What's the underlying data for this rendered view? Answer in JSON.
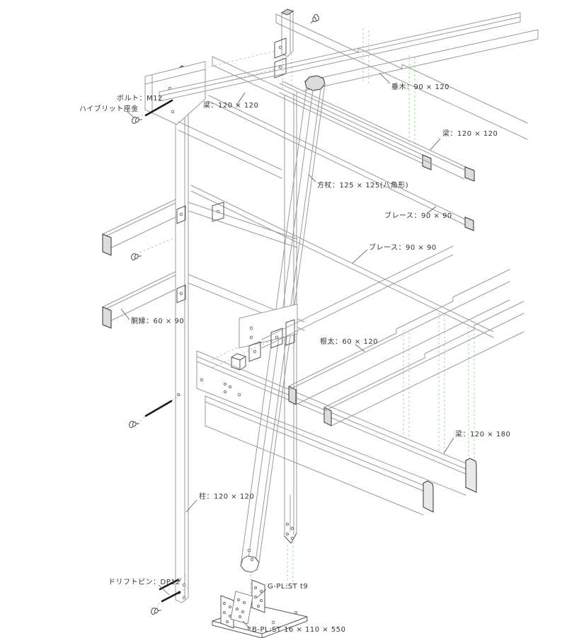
{
  "diagram": {
    "type": "axonometric-structural-detail",
    "labels": {
      "bolt": "ボルト：M12",
      "washer": "ハイブリット座金",
      "beam_top": "梁：120 × 120",
      "taruki": "垂木：90 × 120",
      "beam_right": "梁：120 × 120",
      "hozue": "方杖：125 × 125(八角形)",
      "brace_upper": "ブレース：90 × 90",
      "brace_lower": "ブレース：90 × 90",
      "dobuchi": "胴縁：60 × 90",
      "neda": "根太：60 × 120",
      "beam_middle": "梁：120 × 180",
      "column": "柱：120 × 120",
      "driftpin": "ドリフトピン：DP12",
      "gpl": "G-PL:ST t9",
      "bpl": "B-PL:ST 16 × 110 × 550"
    },
    "colors": {
      "background": "#ffffff",
      "line": "#9a9a9a",
      "edge_dark": "#444444",
      "shade_face": "#dcdcdc",
      "shade_light": "#e8e8e8",
      "guide_green": "#a5d6a5",
      "bolt_dark": "#1a1a1a",
      "text": "#333333"
    }
  }
}
